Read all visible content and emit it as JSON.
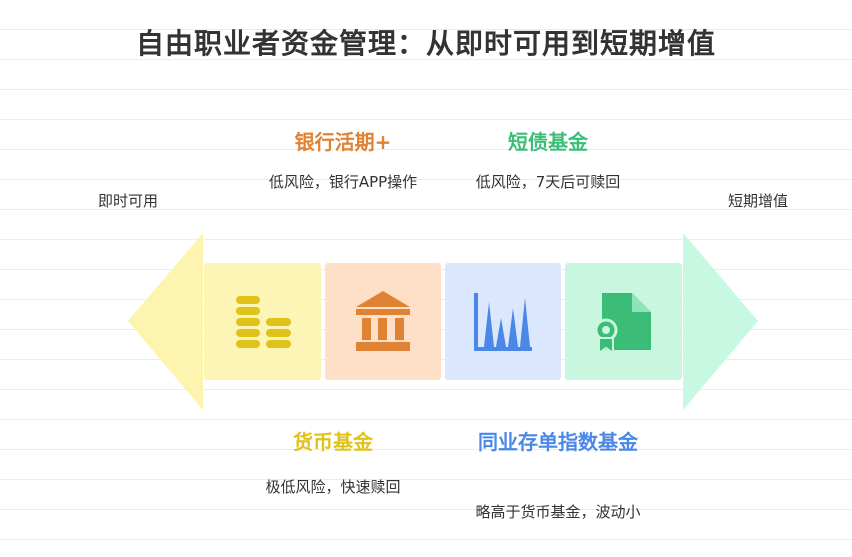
{
  "title": "自由职业者资金管理：从即时可用到短期增值",
  "left_label": "即时可用",
  "right_label": "短期增值",
  "colors": {
    "yellow_tile": "#fcf5b5",
    "orange_tile": "#fde0c7",
    "blue_tile": "#dbe7fc",
    "green_tile": "#c9f6df",
    "left_arrow": "#fdf4b0",
    "right_arrow": "#c7f8e1",
    "yellow_icon": "#e0c21a",
    "orange_icon": "#e08233",
    "blue_icon": "#4a87e6",
    "green_icon": "#3cbd77"
  },
  "items": [
    {
      "heading": "货币基金",
      "description": "极低风险，快速赎回",
      "icon": "coins-stack-icon",
      "heading_color": "#e0c21a"
    },
    {
      "heading": "银行活期+",
      "description": "低风险，银行APP操作",
      "icon": "bank-building-icon",
      "heading_color": "#e08233"
    },
    {
      "heading": "同业存单指数基金",
      "description": "略高于货币基金，波动小",
      "icon": "bar-chart-icon",
      "heading_color": "#4a87e6"
    },
    {
      "heading": "短债基金",
      "description": "低风险，7天后可赎回",
      "icon": "certificate-document-icon",
      "heading_color": "#3cbd77"
    }
  ]
}
